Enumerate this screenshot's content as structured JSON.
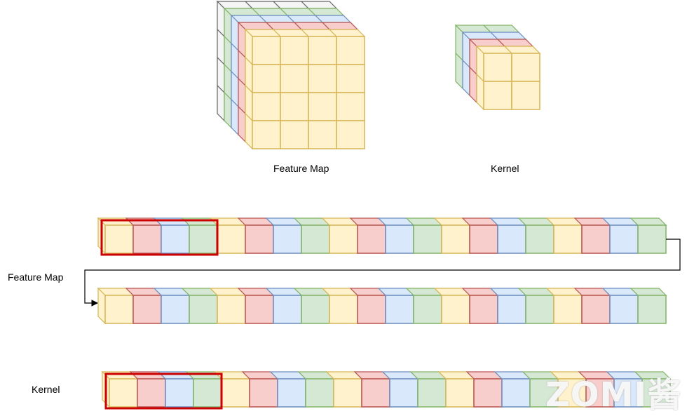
{
  "labels": {
    "feature_map_3d": "Feature Map",
    "kernel_3d": "Kernel",
    "feature_map_flat": "Feature Map",
    "kernel_flat": "Kernel"
  },
  "watermark": "ZOMI酱",
  "palette": {
    "yellow": {
      "fill": "#fff2cc",
      "stroke": "#d6b656"
    },
    "red": {
      "fill": "#f8cecc",
      "stroke": "#b85450"
    },
    "blue": {
      "fill": "#dae8fc",
      "stroke": "#6c8ebf"
    },
    "green": {
      "fill": "#d5e8d4",
      "stroke": "#82b366"
    },
    "gray": {
      "fill": "#f5f5f5",
      "stroke": "#666666"
    },
    "highlight": "#cc0000"
  },
  "feature_map_3d": {
    "rows": 4,
    "cols": 4,
    "channel_colors": [
      "gray",
      "green",
      "blue",
      "red",
      "yellow"
    ]
  },
  "kernel_3d": {
    "rows": 2,
    "cols": 2,
    "channel_colors": [
      "green",
      "blue",
      "red",
      "yellow"
    ]
  },
  "flat_feature_map_row1": {
    "cells": 20,
    "color_cycle": [
      "yellow",
      "red",
      "blue",
      "green"
    ],
    "highlighted_cells": 4
  },
  "flat_feature_map_row2": {
    "cells": 20,
    "color_cycle": [
      "yellow",
      "red",
      "blue",
      "green"
    ]
  },
  "flat_kernel_row": {
    "cells": 20,
    "color_cycle": [
      "yellow",
      "red",
      "blue",
      "green"
    ],
    "highlighted_cells": 4
  }
}
